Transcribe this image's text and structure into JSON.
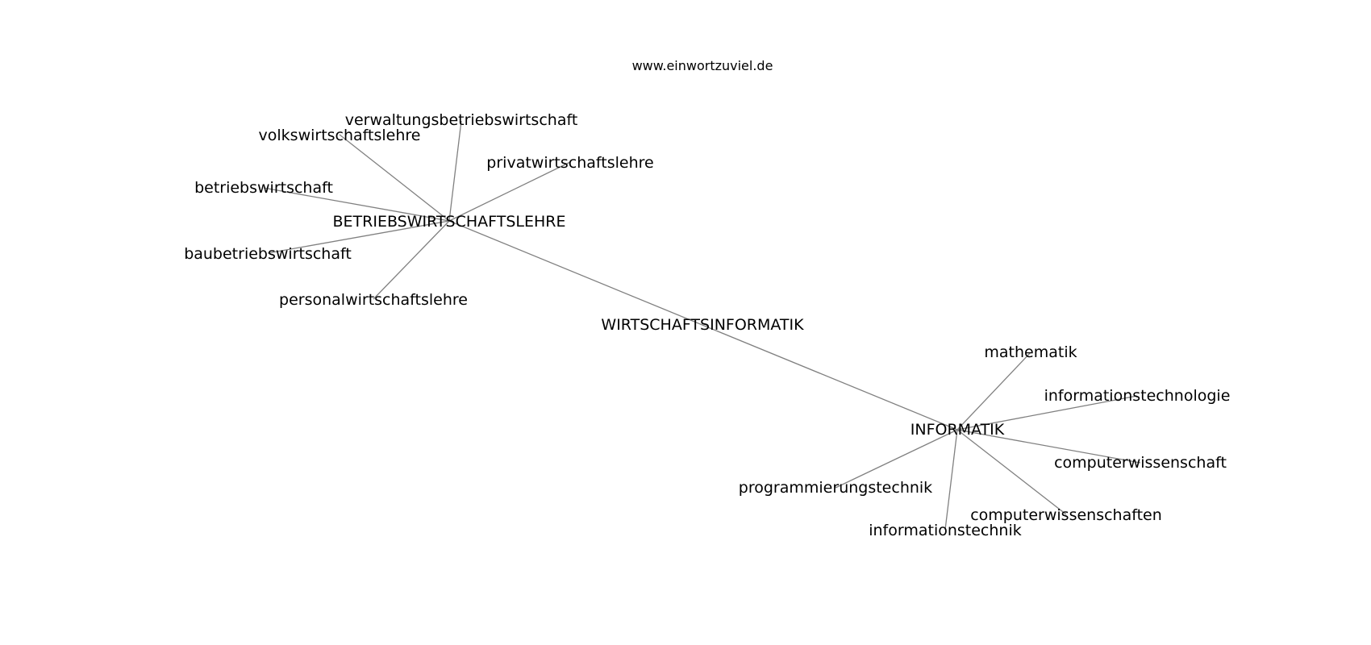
{
  "title": "www.einwortzuviel.de",
  "center": "WIRTSCHAFTSINFORMATIK",
  "hubs": [
    {
      "id": "bwl",
      "label": "BETRIEBSWIRTSCHAFTSLEHRE",
      "children": [
        "verwaltungsbetriebswirtschaft",
        "volkswirtschaftslehre",
        "privatwirtschaftslehre",
        "betriebswirtschaft",
        "baubetriebswirtschaft",
        "personalwirtschaftslehre"
      ]
    },
    {
      "id": "inf",
      "label": "INFORMATIK",
      "children": [
        "mathematik",
        "informationstechnologie",
        "computerwissenschaft",
        "programmierungstechnik",
        "computerwissenschaften",
        "informationstechnik"
      ]
    }
  ]
}
